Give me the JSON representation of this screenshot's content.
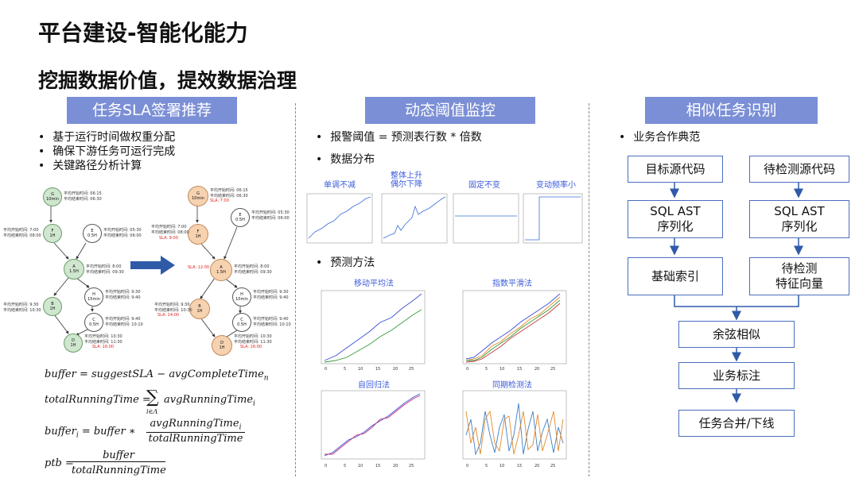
{
  "page": {
    "title": "平台建设-智能化能力",
    "subtitle": "挖掘数据价值，提效数据治理"
  },
  "sections": {
    "sla": {
      "header": "任务SLA签署推荐",
      "bullets": [
        "基于运行时间做权重分配",
        "确保下游任务可运行完成",
        "关键路径分析计算"
      ],
      "formulas": {
        "f1": "buffer = suggestSLA − avgCompleteTime",
        "f1_sub": "n",
        "f2_lhs": "totalRunningTime =",
        "f2_sigma": "∑",
        "f2_under": "i∈Λ",
        "f2_rhs": "avgRunningTime",
        "f2_rhs_sub": "i",
        "f3_lhs": "buffer",
        "f3_lhs_sub": "i",
        "f3_mid": " = buffer ∗ ",
        "f3_num": "avgRunningTime",
        "f3_num_sub": "i",
        "f3_den": "totalRunningTime",
        "f4_lhs": "ptb =",
        "f4_num": "buffer",
        "f4_den": "totalRunningTime"
      },
      "dag_left": {
        "nodes": {
          "G": {
            "name": "G",
            "dur": "10min"
          },
          "F": {
            "name": "F",
            "dur": "1H"
          },
          "E": {
            "name": "E",
            "dur": "0.5H"
          },
          "A": {
            "name": "A",
            "dur": "1.5H"
          },
          "H": {
            "name": "H",
            "dur": "15min"
          },
          "B": {
            "name": "B",
            "dur": "1H"
          },
          "C": {
            "name": "C",
            "dur": "0.5H"
          },
          "D": {
            "name": "D",
            "dur": "1H"
          }
        },
        "labels": {
          "G1": "平均开始时间: 06:15",
          "G2": "平均结束时间: 06:30",
          "F1": "平均开始时间: 7:00",
          "F2": "平均结束时间: 08:00",
          "E1": "平均开始时间: 05:30",
          "E2": "平均结束时间: 06:00",
          "A1": "平均开始时间: 8:00",
          "A2": "平均结束时间: 09:30",
          "H1": "平均开始时间: 9:30",
          "H2": "平均结束时间: 9:40",
          "B1": "平均开始时间: 9:30",
          "B2": "平均结束时间: 10:30",
          "C1": "平均开始时间: 9:40",
          "C2": "平均结束时间: 10:10",
          "D1": "平均开始时间: 10:30",
          "D2": "平均结束时间: 11:30",
          "SLA": "SLA: 16:00"
        }
      },
      "dag_right": {
        "nodes": {
          "G": {
            "name": "G",
            "dur": "10min"
          },
          "F": {
            "name": "F",
            "dur": "1H"
          },
          "E": {
            "name": "E",
            "dur": "0.5H"
          },
          "A": {
            "name": "A",
            "dur": "1.5H"
          },
          "H": {
            "name": "H",
            "dur": "10min"
          },
          "B": {
            "name": "B",
            "dur": "1H"
          },
          "C": {
            "name": "C",
            "dur": "0.5H"
          },
          "D": {
            "name": "D",
            "dur": "1H"
          }
        },
        "labels": {
          "G1": "平均开始时间: 06:15",
          "G2": "平均结束时间: 06:30",
          "GS": "SLA: 7:00",
          "F1": "平均开始时间: 7:00",
          "F2": "平均结束时间: 08:00",
          "FS": "SLA: 9:00",
          "E1": "平均开始时间: 05:30",
          "E2": "平均结束时间: 06:00",
          "A1": "平均开始时间: 8:00",
          "A2": "平均结束时间: 09:30",
          "AS": "SLA: 12:00",
          "H1": "平均开始时间: 9:30",
          "H2": "平均结束时间: 9:40",
          "B1": "平均开始时间: 9:30",
          "B2": "平均结束时间: 10:30",
          "BS": "SLA: 14:00",
          "C1": "平均开始时间: 9:40",
          "C2": "平均结束时间: 10:10",
          "D1": "平均开始时间: 10:30",
          "D2": "平均结束时间: 11:30",
          "DS": "SLA: 16:00"
        }
      }
    },
    "threshold": {
      "header": "动态阈值监控",
      "bullet1": "报警阈值 = 预测表行数 * 倍数",
      "bullet2": "数据分布",
      "bullet3": "预测方法",
      "distribution_titles": [
        "单调不减",
        "整体上升\n偶尔下降",
        "固定不变",
        "变动频率小"
      ],
      "method_titles": [
        "移动平均法",
        "指数平滑法",
        "自回归法",
        "同期检测法"
      ]
    },
    "similar": {
      "header": "相似任务识别",
      "bullet": "业务合作典范",
      "flow": {
        "src_code": "目标源代码",
        "check_code": "待检测源代码",
        "sql_ast_1": "SQL AST\n序列化",
        "sql_ast_2": "SQL AST\n序列化",
        "base_index": "基础索引",
        "feature_vec": "待检测\n特征向量",
        "cosine": "余弦相似",
        "biz_label": "业务标注",
        "merge": "任务合并/下线"
      }
    }
  },
  "colors": {
    "header_bg": "#7b8fd6",
    "flow_border": "#4a6fbf",
    "arrow": "#2f5aa8",
    "chart_line": "#3b5bdb"
  }
}
